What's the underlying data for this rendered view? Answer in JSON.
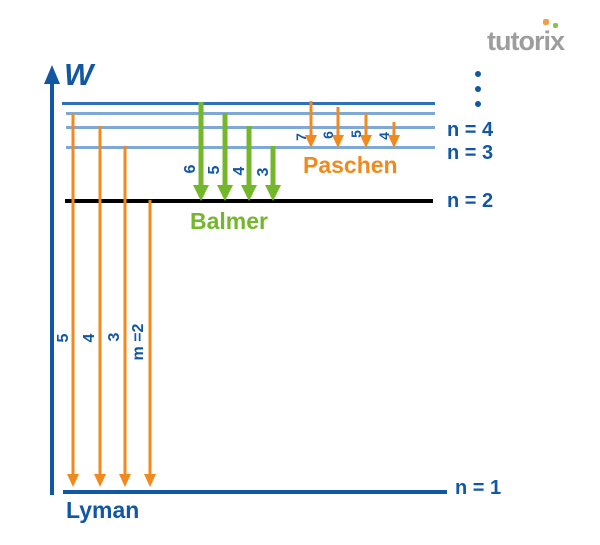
{
  "logo": {
    "text": "tutorix"
  },
  "axis": {
    "label": "W"
  },
  "colors": {
    "blue": "#1257a4",
    "light_blue": "#7fa8d9",
    "orange": "#f18a1e",
    "green": "#74b72b",
    "black": "#000000",
    "logo_gray": "#9d9d9d"
  },
  "level_labels": {
    "n4": "n = 4",
    "n3": "n = 3",
    "n2": "n = 2",
    "n1": "n = 1"
  },
  "lyman": {
    "title": "Lyman",
    "arrows": [
      {
        "label": "5"
      },
      {
        "label": "4"
      },
      {
        "label": "3"
      },
      {
        "label": "m =2"
      }
    ]
  },
  "balmer": {
    "title": "Balmer",
    "arrows": [
      {
        "label": "6"
      },
      {
        "label": "5"
      },
      {
        "label": "4"
      },
      {
        "label": "3"
      }
    ]
  },
  "paschen": {
    "title": "Paschen",
    "arrows": [
      {
        "label": "7"
      },
      {
        "label": "6"
      },
      {
        "label": "5"
      },
      {
        "label": "4"
      }
    ]
  }
}
